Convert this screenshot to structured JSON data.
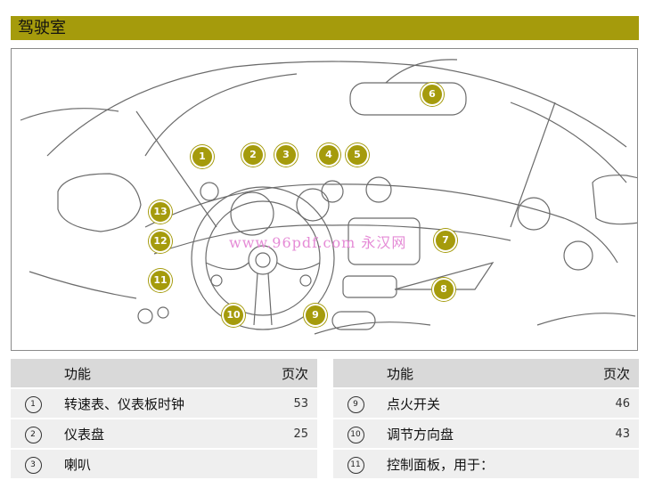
{
  "header": {
    "title": "驾驶室"
  },
  "figure": {
    "watermark": "www.96pdf.com 永汉网",
    "callouts": [
      "1",
      "2",
      "3",
      "4",
      "5",
      "6",
      "7",
      "8",
      "9",
      "10",
      "11",
      "12",
      "13"
    ]
  },
  "left_table": {
    "headers": {
      "function": "功能",
      "page": "页次"
    },
    "rows": [
      {
        "num": "1",
        "function": "转速表、仪表板时钟",
        "page": "53"
      },
      {
        "num": "2",
        "function": "仪表盘",
        "page": "25"
      },
      {
        "num": "3",
        "function": "喇叭",
        "page": ""
      }
    ]
  },
  "right_table": {
    "headers": {
      "function": "功能",
      "page": "页次"
    },
    "rows": [
      {
        "num": "9",
        "function": "点火开关",
        "page": "46"
      },
      {
        "num": "10",
        "function": "调节方向盘",
        "page": "43"
      },
      {
        "num": "11",
        "function": "控制面板，用于：",
        "page": ""
      }
    ]
  }
}
